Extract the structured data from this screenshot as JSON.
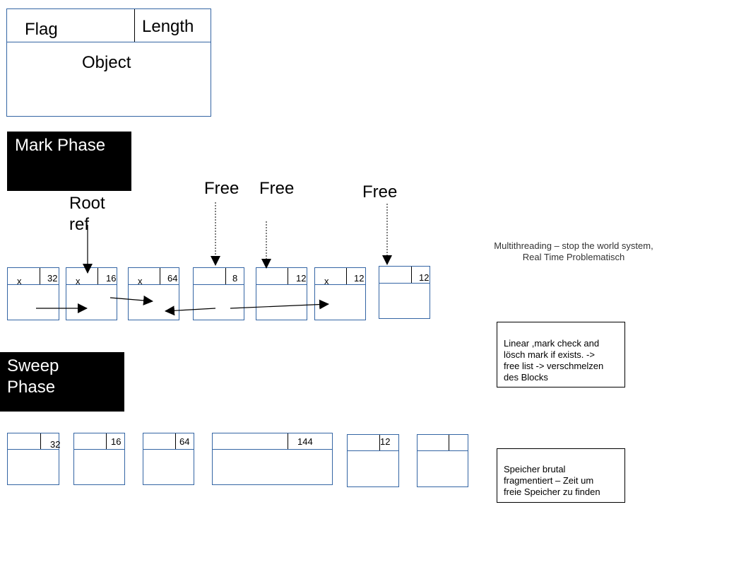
{
  "legend": {
    "flag": "Flag",
    "length": "Length",
    "object": "Object"
  },
  "mark_phase": {
    "title": "Mark Phase",
    "root_ref": "Root ref",
    "free_labels": [
      "Free",
      "Free",
      "Free"
    ],
    "blocks": [
      {
        "mark": "x",
        "size": "32"
      },
      {
        "mark": "x",
        "size": "16"
      },
      {
        "mark": "x",
        "size": "64"
      },
      {
        "mark": "",
        "size": "8"
      },
      {
        "mark": "",
        "size": "12"
      },
      {
        "mark": "x",
        "size": "12"
      },
      {
        "mark": "",
        "size": "12"
      }
    ]
  },
  "sweep_phase": {
    "title_line1": "Sweep",
    "title_line2": "Phase",
    "blocks": [
      {
        "size": "32"
      },
      {
        "size": "16"
      },
      {
        "size": "64"
      },
      {
        "size": "144"
      },
      {
        "size": "12"
      },
      {
        "size": ""
      }
    ]
  },
  "notes": {
    "multithreading_line1": "Multithreading – stop the world system,",
    "multithreading_line2": "Real Time Problematisch",
    "linear_line1": "Linear ,mark check and",
    "linear_line2": "lösch mark if exists. ->",
    "linear_line3": "free list -> verschmelzen",
    "linear_line4": "des Blocks",
    "speicher_line1": "Speicher brutal",
    "speicher_line2": "fragmentiert – Zeit um",
    "speicher_line3": "freie Speicher zu finden"
  }
}
